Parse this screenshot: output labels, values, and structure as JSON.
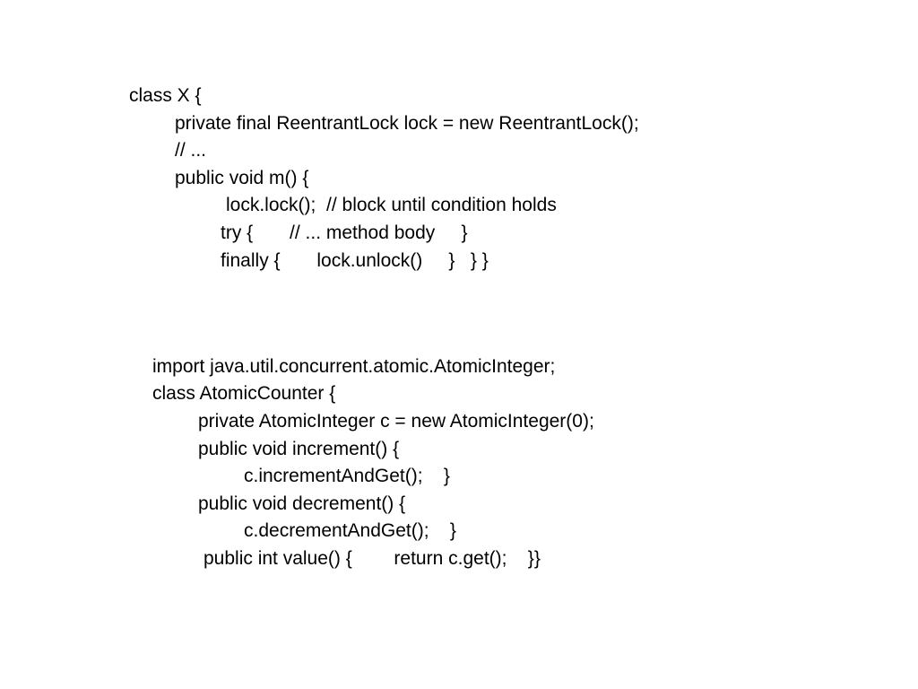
{
  "slide": {
    "block1": {
      "lines": [
        "class X {",
        "private final ReentrantLock lock = new ReentrantLock();",
        "// ...",
        "public void m() {",
        "lock.lock();  // block until condition holds",
        "try {       // ... method body     }",
        "finally {       lock.unlock()     }   } }"
      ]
    },
    "block2": {
      "lines": [
        "import java.util.concurrent.atomic.AtomicInteger;",
        "class AtomicCounter {",
        "private AtomicInteger c = new AtomicInteger(0);",
        "public void increment() {",
        "c.incrementAndGet();    }",
        "public void decrement() {",
        "c.decrementAndGet();    }",
        "public int value() {        return c.get();    }}"
      ]
    }
  }
}
